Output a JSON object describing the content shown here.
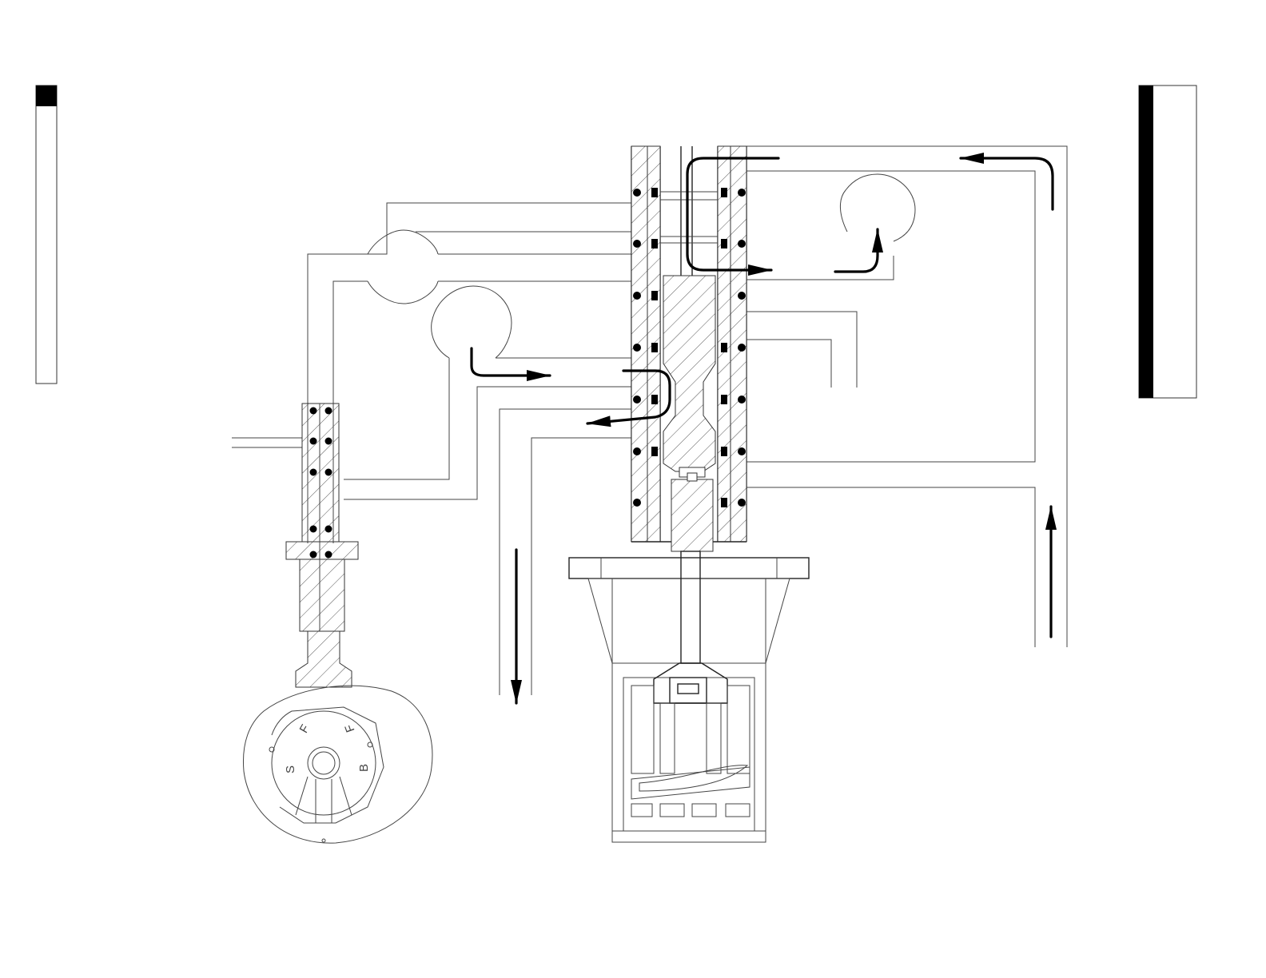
{
  "diagram": {
    "background": "#ffffff",
    "line_color": "#444444",
    "flow_color": "#000000",
    "left_tab_color": "#000000",
    "right_tab_color": "#000000"
  },
  "selector_dial": {
    "labels": [
      "S",
      "F",
      "F",
      "B"
    ]
  },
  "icons": {
    "flow_arrows": "arrow-icon",
    "ball_seals": "ball-seal-icon"
  }
}
